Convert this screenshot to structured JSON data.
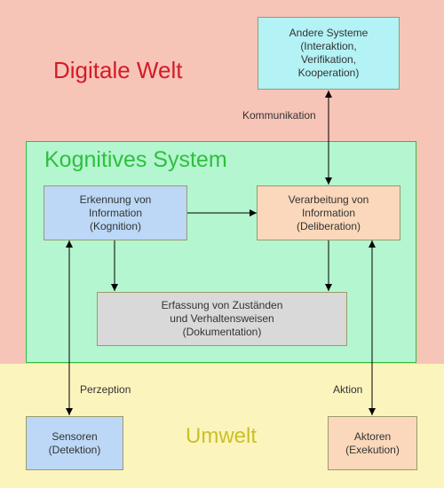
{
  "colors": {
    "digital_world_bg": "#f7c4b8",
    "environment_bg": "#fcf4bd",
    "cognitive_region_bg": "#b4f6cf",
    "cognitive_region_border": "#2fbf3f",
    "other_systems_fill": "#b3f2f5",
    "recognition_fill": "#bcd8f6",
    "processing_fill": "#fbd8bb",
    "documentation_fill": "#d9d9d9",
    "sensors_fill": "#bcd8f6",
    "actuators_fill": "#fbd8bb",
    "digital_world_title": "#d51b26",
    "cognitive_title": "#2fbf3f",
    "environment_title": "#c9c125"
  },
  "titles": {
    "digital_world": "Digitale Welt",
    "cognitive_system": "Kognitives System",
    "environment": "Umwelt"
  },
  "boxes": {
    "other_systems": "Andere Systeme\n(Interaktion,\nVerifikation,\nKooperation)",
    "recognition": "Erkennung von\nInformation\n(Kognition)",
    "processing": "Verarbeitung von\nInformation\n(Deliberation)",
    "documentation": "Erfassung von Zuständen\nund Verhaltensweisen\n(Dokumentation)",
    "sensors": "Sensoren\n(Detektion)",
    "actuators": "Aktoren\n(Exekution)"
  },
  "edge_labels": {
    "communication": "Kommunikation",
    "perception": "Perzeption",
    "action": "Aktion"
  },
  "edges": [
    {
      "from": "other_systems",
      "to": "processing",
      "direction": "both",
      "label": "communication"
    },
    {
      "from": "recognition",
      "to": "processing",
      "direction": "forward"
    },
    {
      "from": "recognition",
      "to": "documentation",
      "direction": "forward"
    },
    {
      "from": "processing",
      "to": "documentation",
      "direction": "forward"
    },
    {
      "from": "sensors",
      "to": "recognition",
      "direction": "both",
      "label": "perception"
    },
    {
      "from": "actuators",
      "to": "processing",
      "direction": "both",
      "label": "action"
    }
  ]
}
